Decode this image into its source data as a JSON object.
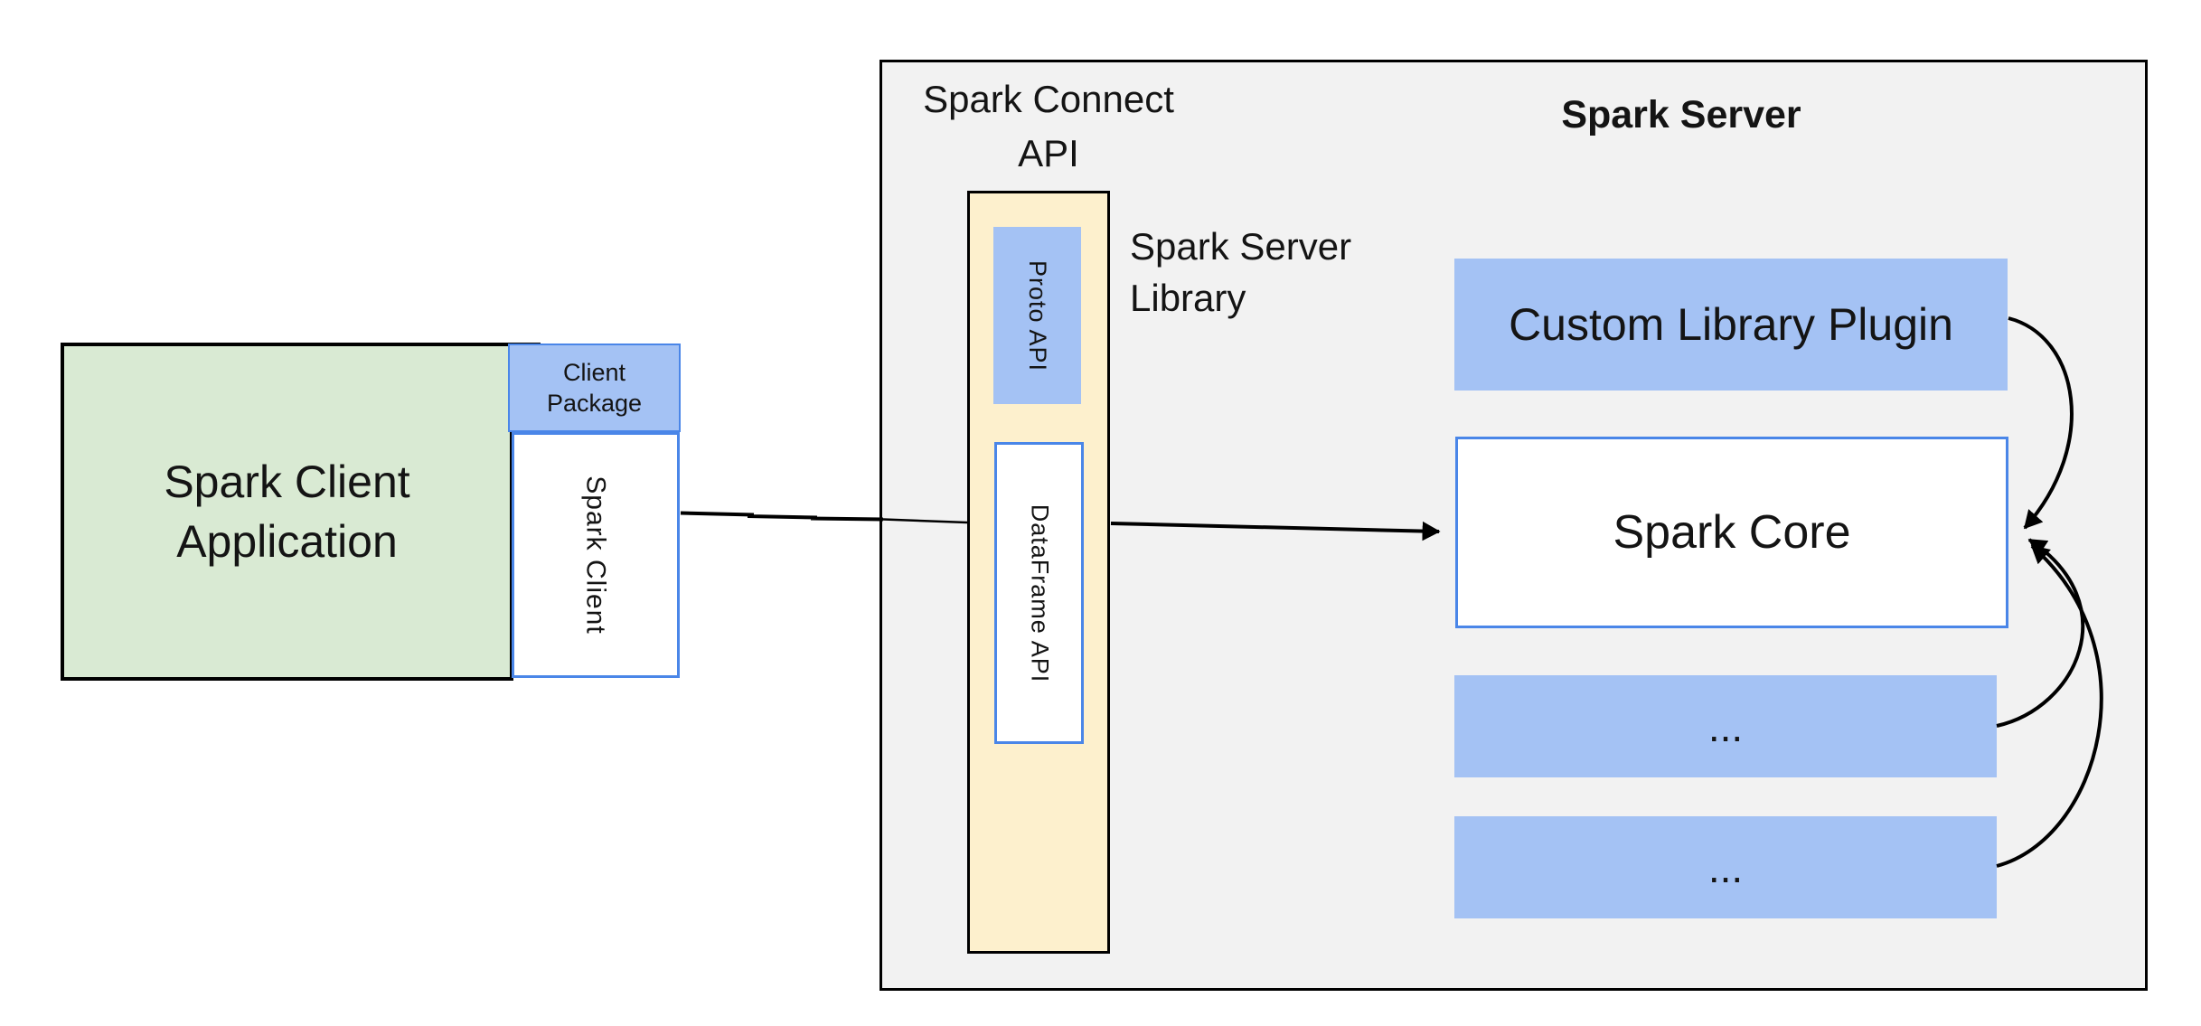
{
  "client": {
    "application_line1": "Spark Client",
    "application_line2": "Application",
    "package_line1": "Client",
    "package_line2": "Package",
    "spark_client_label": "Spark Client"
  },
  "connect": {
    "title_line1": "Spark Connect",
    "title_line2": "API",
    "proto_api_label": "Proto API",
    "dataframe_api_label": "DataFrame API",
    "library_line1": "Spark Server",
    "library_line2": "Library"
  },
  "server": {
    "title": "Spark Server",
    "custom_plugin_label": "Custom Library Plugin",
    "core_label": "Spark Core",
    "more_label_1": "...",
    "more_label_2": "..."
  },
  "colors": {
    "blue_fill": "#a4c2f4",
    "blue_border": "#4a86e8",
    "green_fill": "#d9ead3",
    "yellow_fill": "#fdf0cd",
    "gray_fill": "#f2f2f2",
    "line_color": "#000000"
  }
}
